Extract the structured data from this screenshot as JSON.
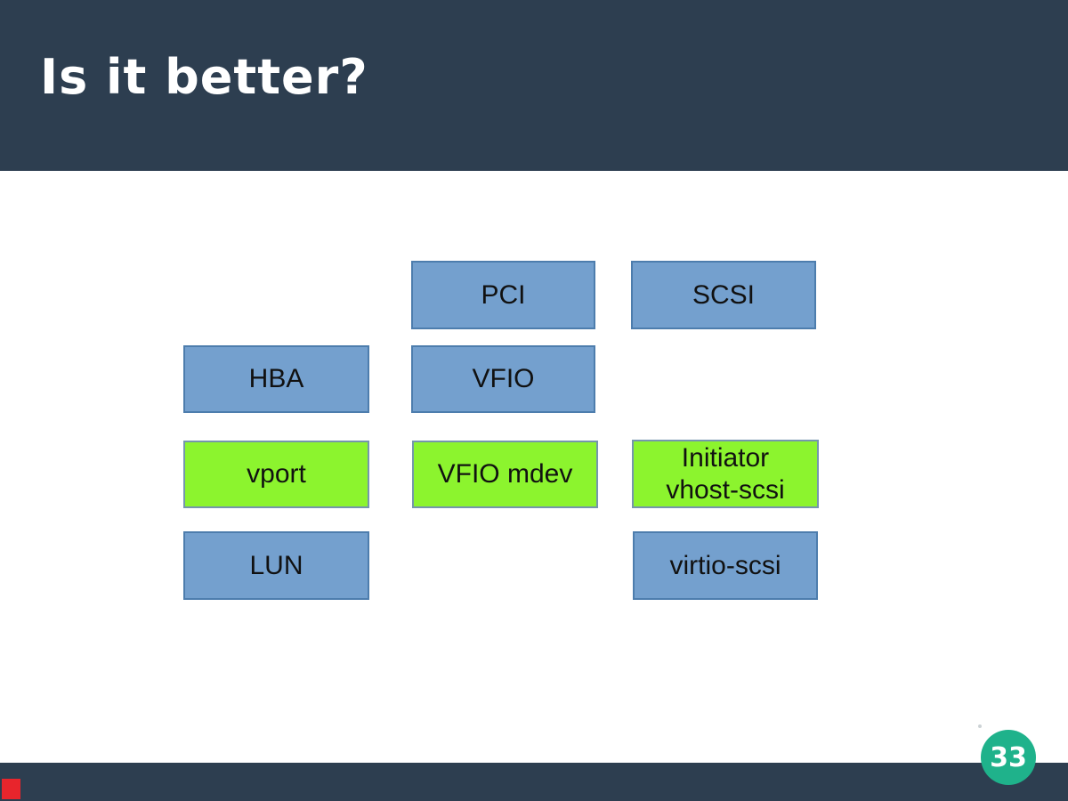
{
  "slide": {
    "title": "Is it better?",
    "page_number": "33"
  },
  "boxes": [
    {
      "label": "PCI",
      "variant": "blue"
    },
    {
      "label": "SCSI",
      "variant": "blue"
    },
    {
      "label": "HBA",
      "variant": "blue"
    },
    {
      "label": "VFIO",
      "variant": "blue"
    },
    {
      "label": "vport",
      "variant": "green"
    },
    {
      "label": "VFIO mdev",
      "variant": "green"
    },
    {
      "label": "Initiator\nvhost-scsi",
      "variant": "green"
    },
    {
      "label": "LUN",
      "variant": "blue"
    },
    {
      "label": "virtio-scsi",
      "variant": "blue"
    }
  ],
  "colors": {
    "header_bg": "#2d3e50",
    "footer_bg": "#2d3e50",
    "blue_box_fill": "#74a0ce",
    "blue_box_border": "#4d7dad",
    "green_box_fill": "#8cf42e",
    "green_box_border": "#7596ad",
    "page_badge_bg": "#1fb28b",
    "accent_red": "#e8252c",
    "box_text": "#111111",
    "title_text": "#ffffff"
  }
}
